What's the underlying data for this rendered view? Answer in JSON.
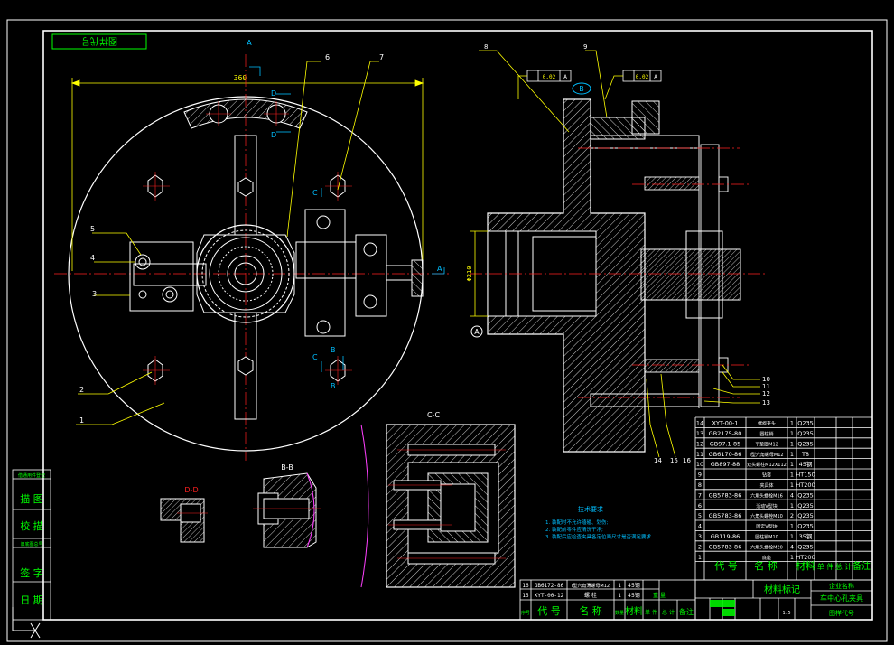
{
  "colors": {
    "background": "#000000",
    "frame": "#ffffff",
    "outline": "#ffffff",
    "centerline": "#ff2020",
    "dimension": "#ffff00",
    "leader": "#ffff00",
    "hatch": "#ffffff",
    "hidden": "#ff40ff",
    "title_text": "#00ff00",
    "table_text": "#ffffff",
    "accent_blue": "#00bfff"
  },
  "drawing": {
    "stamp_label": "图样代号",
    "section_a_label": "A",
    "view_a_label": "A",
    "view_cc_label": "C-C",
    "view_dd_label": "D-D",
    "view_bb_label": "B-B",
    "dim_width": "360",
    "dim_dia": "Φ210",
    "datum_a": "A",
    "datum_b": "B",
    "tol_1": "0.02",
    "tol_1_ref": "A",
    "tol_2": "0.02",
    "tol_2_ref": "A",
    "cut_c": "C",
    "cut_b": "B",
    "cut_d": "D"
  },
  "balloons": {
    "left": [
      "1",
      "2",
      "3",
      "4",
      "5",
      "6",
      "7"
    ],
    "right": [
      "8",
      "9",
      "10",
      "11",
      "12",
      "13",
      "14",
      "15",
      "16"
    ]
  },
  "notes": {
    "title": "技术要求",
    "lines": [
      "1. 装配时不允许磕碰、划伤;",
      "2. 装配前零件应清洗干净;",
      "3. 装配后应检查夹具各定位面尺寸是否满足要求."
    ]
  },
  "left_strip": {
    "header": "借通用件登记",
    "rows": [
      "描 图",
      "校 描",
      "旧底图总号",
      "签 字",
      "日 期"
    ]
  },
  "bom": {
    "rows": [
      {
        "no": "14",
        "code": "XYT-00-1",
        "name": "螺旋夹头",
        "qty": "1",
        "mat": "Q235"
      },
      {
        "no": "13",
        "code": "GB2175-80",
        "name": "圆柱销",
        "qty": "1",
        "mat": "Q235"
      },
      {
        "no": "12",
        "code": "GB97.1-85",
        "name": "平垫圈M12",
        "qty": "1",
        "mat": "Q235"
      },
      {
        "no": "11",
        "code": "GB6170-86",
        "name": "I型六角螺母M12",
        "qty": "1",
        "mat": "T8"
      },
      {
        "no": "10",
        "code": "GB897-88",
        "name": "双头螺柱M12X112",
        "qty": "1",
        "mat": "45钢"
      },
      {
        "no": "9",
        "code": "",
        "name": "钻套",
        "qty": "1",
        "mat": "HT150"
      },
      {
        "no": "8",
        "code": "",
        "name": "夹具体",
        "qty": "1",
        "mat": "HT200"
      },
      {
        "no": "7",
        "code": "GB5783-86",
        "name": "六角头螺栓M16",
        "qty": "4",
        "mat": "Q235"
      },
      {
        "no": "6",
        "code": "",
        "name": "活动V型块",
        "qty": "1",
        "mat": "Q235"
      },
      {
        "no": "5",
        "code": "GB5783-86",
        "name": "六角头螺栓M10",
        "qty": "2",
        "mat": "Q235"
      },
      {
        "no": "4",
        "code": "",
        "name": "固定V型块",
        "qty": "1",
        "mat": "Q235"
      },
      {
        "no": "3",
        "code": "GB119-86",
        "name": "圆柱销M10",
        "qty": "1",
        "mat": "35钢"
      },
      {
        "no": "2",
        "code": "GB5783-86",
        "name": "六角头螺栓M20",
        "qty": "4",
        "mat": "Q235"
      },
      {
        "no": "1",
        "code": "",
        "name": "底座",
        "qty": "1",
        "mat": "HT200"
      }
    ],
    "header": {
      "no": "序号",
      "code": "代 号",
      "name": "名 称",
      "qty": "数量",
      "mat": "材料",
      "unit_weight": "单 件",
      "total_weight": "总 计",
      "note": "备注"
    }
  },
  "bom_lower": {
    "rows": [
      {
        "no": "16",
        "code": "GB6172-86",
        "name": "I型六角薄螺母M12",
        "qty": "1",
        "mat": "45钢"
      },
      {
        "no": "15",
        "code": "XYT-00-12",
        "name": "螺 栓",
        "qty": "1",
        "mat": "45钢"
      }
    ],
    "header": {
      "no": "序号",
      "code": "代 号",
      "name": "名 称",
      "qty": "数量",
      "mat": "材料",
      "unit_weight": "单 件",
      "total_weight": "总 计",
      "note": "备注",
      "weight": "重 量"
    }
  },
  "title_block": {
    "material_mark": "材料标记",
    "company": "企业名称",
    "drawing_name": "车中心孔夹具",
    "drawing_code": "图样代号",
    "scale": "1:5"
  }
}
